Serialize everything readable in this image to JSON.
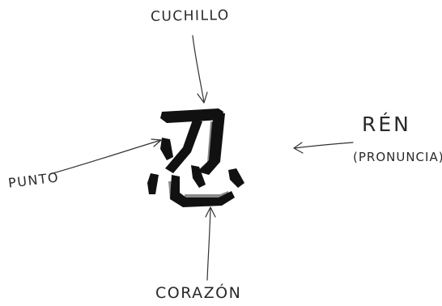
{
  "labels": {
    "cuchillo": "CUCHILLO",
    "ren": "RÉN",
    "pronuncia": "(PRONUNCIA)",
    "punto": "PUNTO",
    "corazon": "CORAZÓN"
  },
  "character": {
    "glyph": "忍",
    "color": "#111111",
    "shade_color": "#8a8a8a"
  },
  "ink_color": "#333333"
}
